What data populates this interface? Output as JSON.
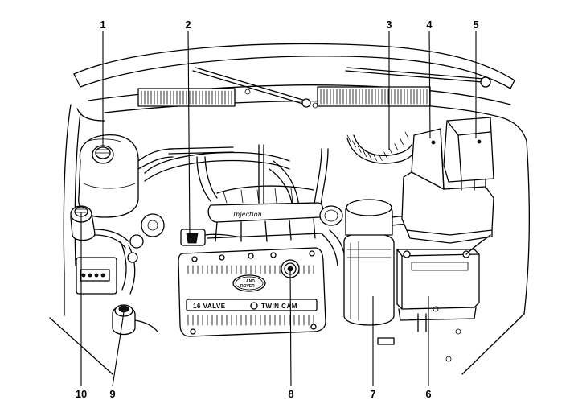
{
  "callouts": [
    {
      "id": "1",
      "label": "1"
    },
    {
      "id": "2",
      "label": "2"
    },
    {
      "id": "3",
      "label": "3"
    },
    {
      "id": "4",
      "label": "4"
    },
    {
      "id": "5",
      "label": "5"
    },
    {
      "id": "6",
      "label": "6"
    },
    {
      "id": "7",
      "label": "7"
    },
    {
      "id": "8",
      "label": "8"
    },
    {
      "id": "9",
      "label": "9"
    },
    {
      "id": "10",
      "label": "10"
    }
  ],
  "engine": {
    "intake_text": "Injection",
    "cover_text_left": "16 VALVE",
    "cover_text_right": "TWIN CAM",
    "badge_line1": "LAND",
    "badge_line2": "ROVER"
  }
}
